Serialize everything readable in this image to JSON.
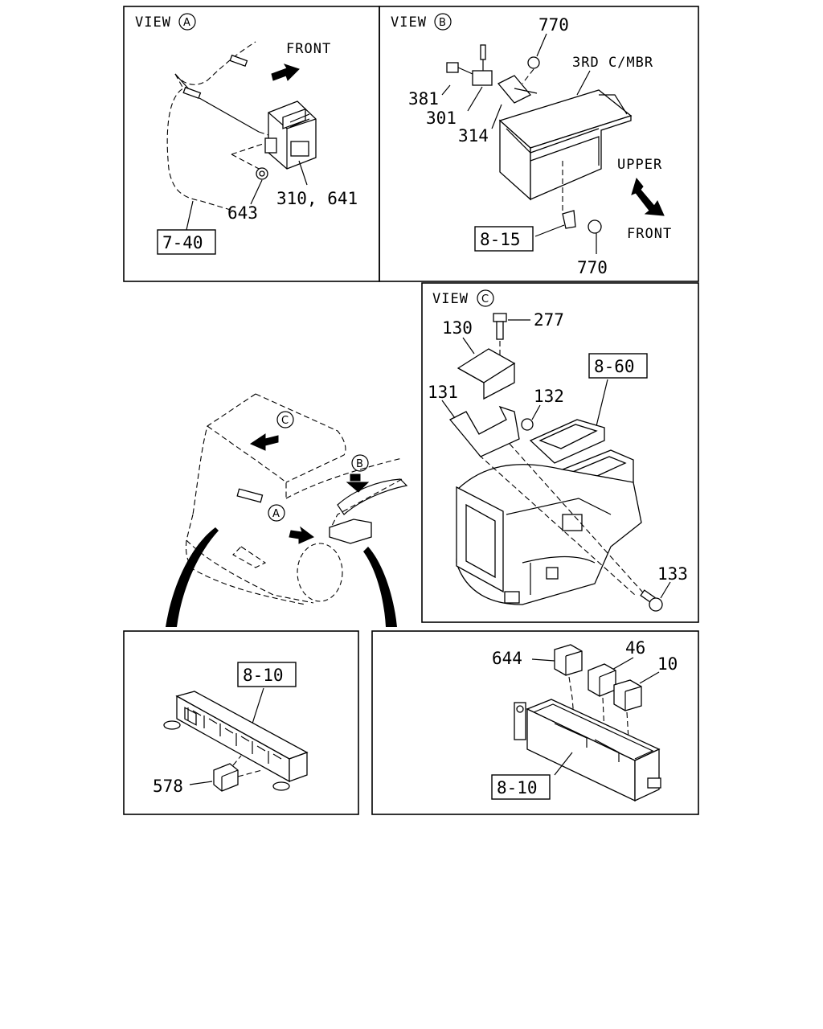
{
  "panels": {
    "view_a": {
      "title": "VIEW",
      "marker": "A",
      "direction": "FRONT",
      "callouts": {
        "p643": "643",
        "p310_641": "310, 641",
        "ref_7_40": "7-40"
      }
    },
    "view_b": {
      "title": "VIEW",
      "marker": "B",
      "member": "3RD C/MBR",
      "dir_upper": "UPPER",
      "dir_front": "FRONT",
      "callouts": {
        "p770_top": "770",
        "p381": "381",
        "p301": "301",
        "p314": "314",
        "ref_8_15": "8-15",
        "p770_bottom": "770"
      }
    },
    "view_c": {
      "title": "VIEW",
      "marker": "C",
      "callouts": {
        "p277": "277",
        "p130": "130",
        "ref_8_60": "8-60",
        "p131": "131",
        "p132": "132",
        "p133": "133"
      }
    },
    "cab": {
      "marker_a": "A",
      "marker_b": "B",
      "marker_c": "C"
    },
    "relay_block": {
      "callouts": {
        "ref_8_10": "8-10",
        "p578": "578"
      }
    },
    "relay_box": {
      "callouts": {
        "p644": "644",
        "p46": "46",
        "p10": "10",
        "ref_8_10": "8-10"
      }
    }
  }
}
